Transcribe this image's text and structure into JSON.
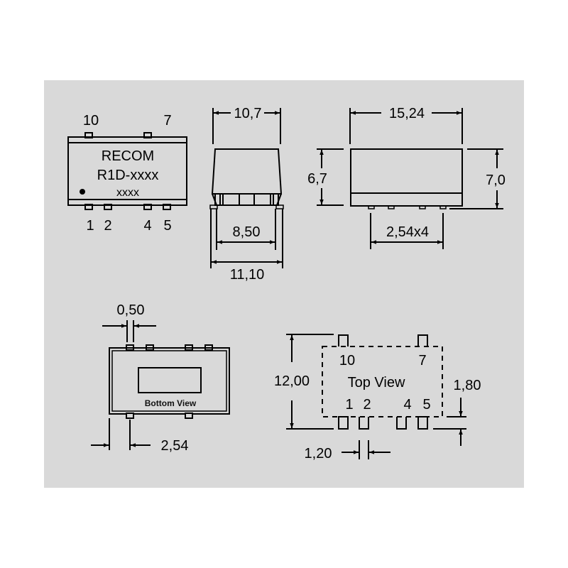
{
  "colors": {
    "background": "#ffffff",
    "panel": "#d9d9d9",
    "stroke": "#000000"
  },
  "front_view": {
    "brand": "RECOM",
    "model": "R1D-xxxx",
    "code": "xxxx",
    "top_pins": [
      "10",
      "7"
    ],
    "bottom_pins": [
      "1",
      "2",
      "4",
      "5"
    ],
    "pin1_marker": "dot"
  },
  "side_view": {
    "dims": {
      "top_width": "10,7",
      "pad_span": "8,50",
      "overall_width": "11,10"
    }
  },
  "long_side_view": {
    "dims": {
      "length": "15,24",
      "body_height": "6,7",
      "overall_height": "7,0",
      "pin_pitch": "2,54x4"
    }
  },
  "bottom_view": {
    "label": "Bottom View",
    "dims": {
      "pin_width": "0,50",
      "pin_offset": "2,54"
    }
  },
  "top_view_footprint": {
    "label": "Top View",
    "top_pins": [
      "10",
      "7"
    ],
    "bottom_pins": [
      "1",
      "2",
      "4",
      "5"
    ],
    "dims": {
      "pad_row_spacing": "12,00",
      "pad_length": "1,80",
      "pad_width": "1,20"
    }
  }
}
